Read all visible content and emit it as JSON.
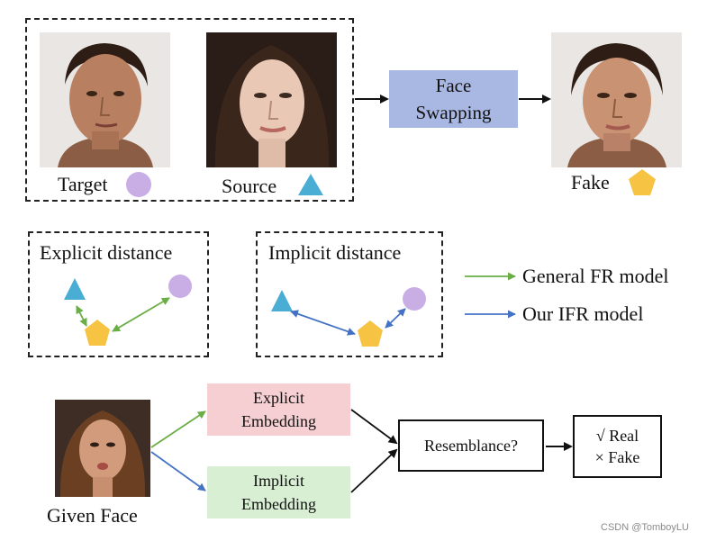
{
  "top": {
    "target_label": "Target",
    "source_label": "Source",
    "face_swapping_line1": "Face",
    "face_swapping_line2": "Swapping",
    "fake_label": "Fake"
  },
  "middle": {
    "explicit_title": "Explicit distance",
    "implicit_title": "Implicit distance",
    "legend": [
      {
        "label": "General FR model",
        "color": "#6aae45"
      },
      {
        "label": "Our IFR model",
        "color": "#4472c4"
      }
    ]
  },
  "bottom": {
    "given_face_label": "Given Face",
    "explicit_line1": "Explicit",
    "explicit_line2": "Embedding",
    "implicit_line1": "Implicit",
    "implicit_line2": "Embedding",
    "resemblance": "Resemblance?",
    "real": "√  Real",
    "fake": "× Fake"
  },
  "colors": {
    "circle": "#c9aee5",
    "triangle": "#4aaed4",
    "pentagon": "#f6c342",
    "green_arrow": "#6aae45",
    "blue_arrow": "#4472c4",
    "face_swap_box": "#a9b7e3",
    "explicit_box": "#f6cfd2",
    "implicit_box": "#d8efd3"
  },
  "watermark": "CSDN @TomboyLU"
}
